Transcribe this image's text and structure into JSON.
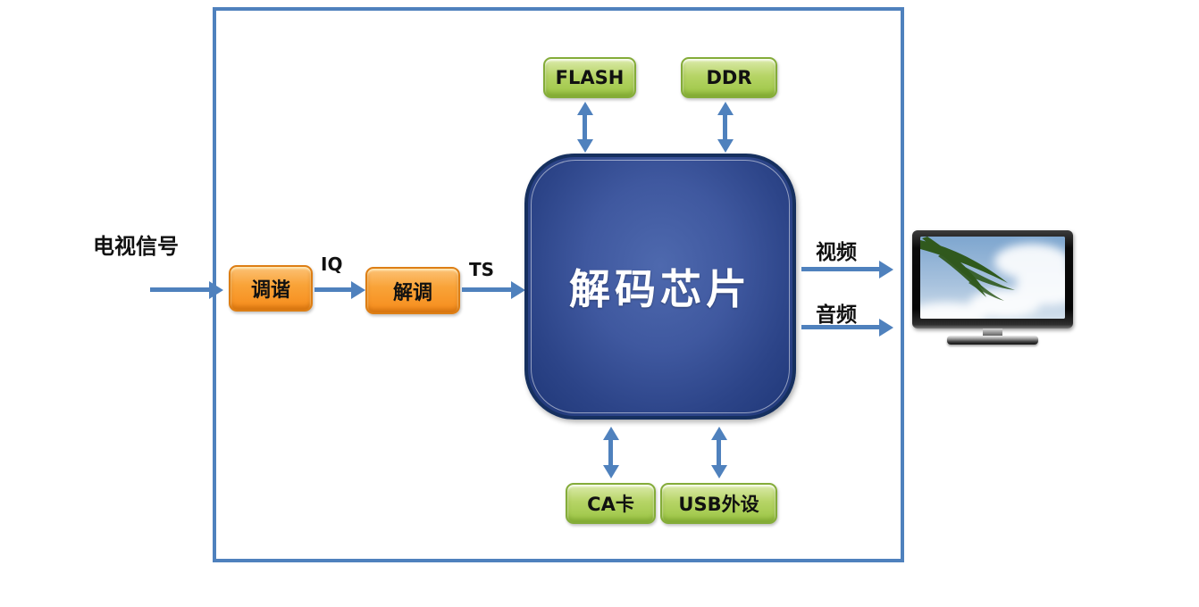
{
  "diagram": {
    "type": "block-diagram",
    "description_visible_text_only": true,
    "labels": {
      "tv_signal": "电视信号",
      "tuner": "调谐",
      "iq": "IQ",
      "demod": "解调",
      "ts": "TS",
      "decoder_chip": "解码芯片",
      "flash": "FLASH",
      "ddr": "DDR",
      "ca_card": "CA卡",
      "usb_peripherals": "USB外设",
      "video": "视频",
      "audio": "音频"
    },
    "flow": [
      "电视信号 → 调谐 —IQ→ 解调 —TS→ 解码芯片",
      "解码芯片 ↔ FLASH",
      "解码芯片 ↔ DDR",
      "解码芯片 ↔ CA卡",
      "解码芯片 ↔ USB外设",
      "解码芯片 —视频→ TV",
      "解码芯片 —音频→ TV"
    ],
    "colors": {
      "accent_blue": "#4F81BD",
      "outer_box_border": "#4F81BD",
      "chip_fill_center": "#4E69AE",
      "chip_fill_edge": "#1F3777",
      "chip_border": "#16305F",
      "chip_text": "#FFFFFF",
      "orange_box_fill": "#F68C1C",
      "orange_box_border": "#DD7E14",
      "green_box_fill": "#9BC544",
      "green_box_border": "#84AC39",
      "label_text": "#111111"
    }
  }
}
